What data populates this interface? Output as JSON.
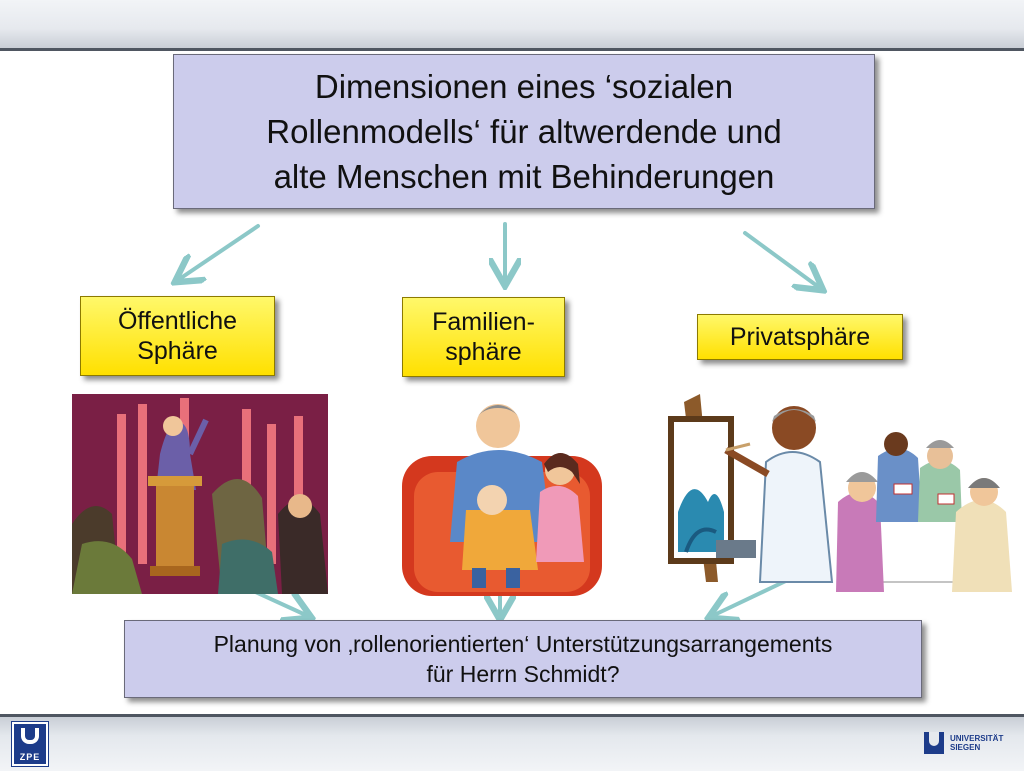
{
  "title": {
    "line1": "Dimensionen eines ‘sozialen",
    "line2": "Rollenmodells‘ für altwerdende und",
    "line3": "alte Menschen mit Behinderungen"
  },
  "spheres": {
    "public": {
      "line1": "Öffentliche",
      "line2": "Sphäre"
    },
    "family": {
      "line1": "Familien-",
      "line2": "sphäre"
    },
    "private": {
      "line1": "Privatsphäre"
    }
  },
  "question": {
    "line1": "Planung von ‚rollenorientierten‘ Unterstützungsarrangements",
    "line2": "für Herrn Schmidt?"
  },
  "logos": {
    "left": "ZPE",
    "right_line1": "UNIVERSITÄT",
    "right_line2": "SIEGEN"
  },
  "colors": {
    "title_fill": "#ccccec",
    "sphere_fill": "#ffe000",
    "arrow": "#8cc8c8",
    "brand_blue": "#1d3c8a"
  }
}
